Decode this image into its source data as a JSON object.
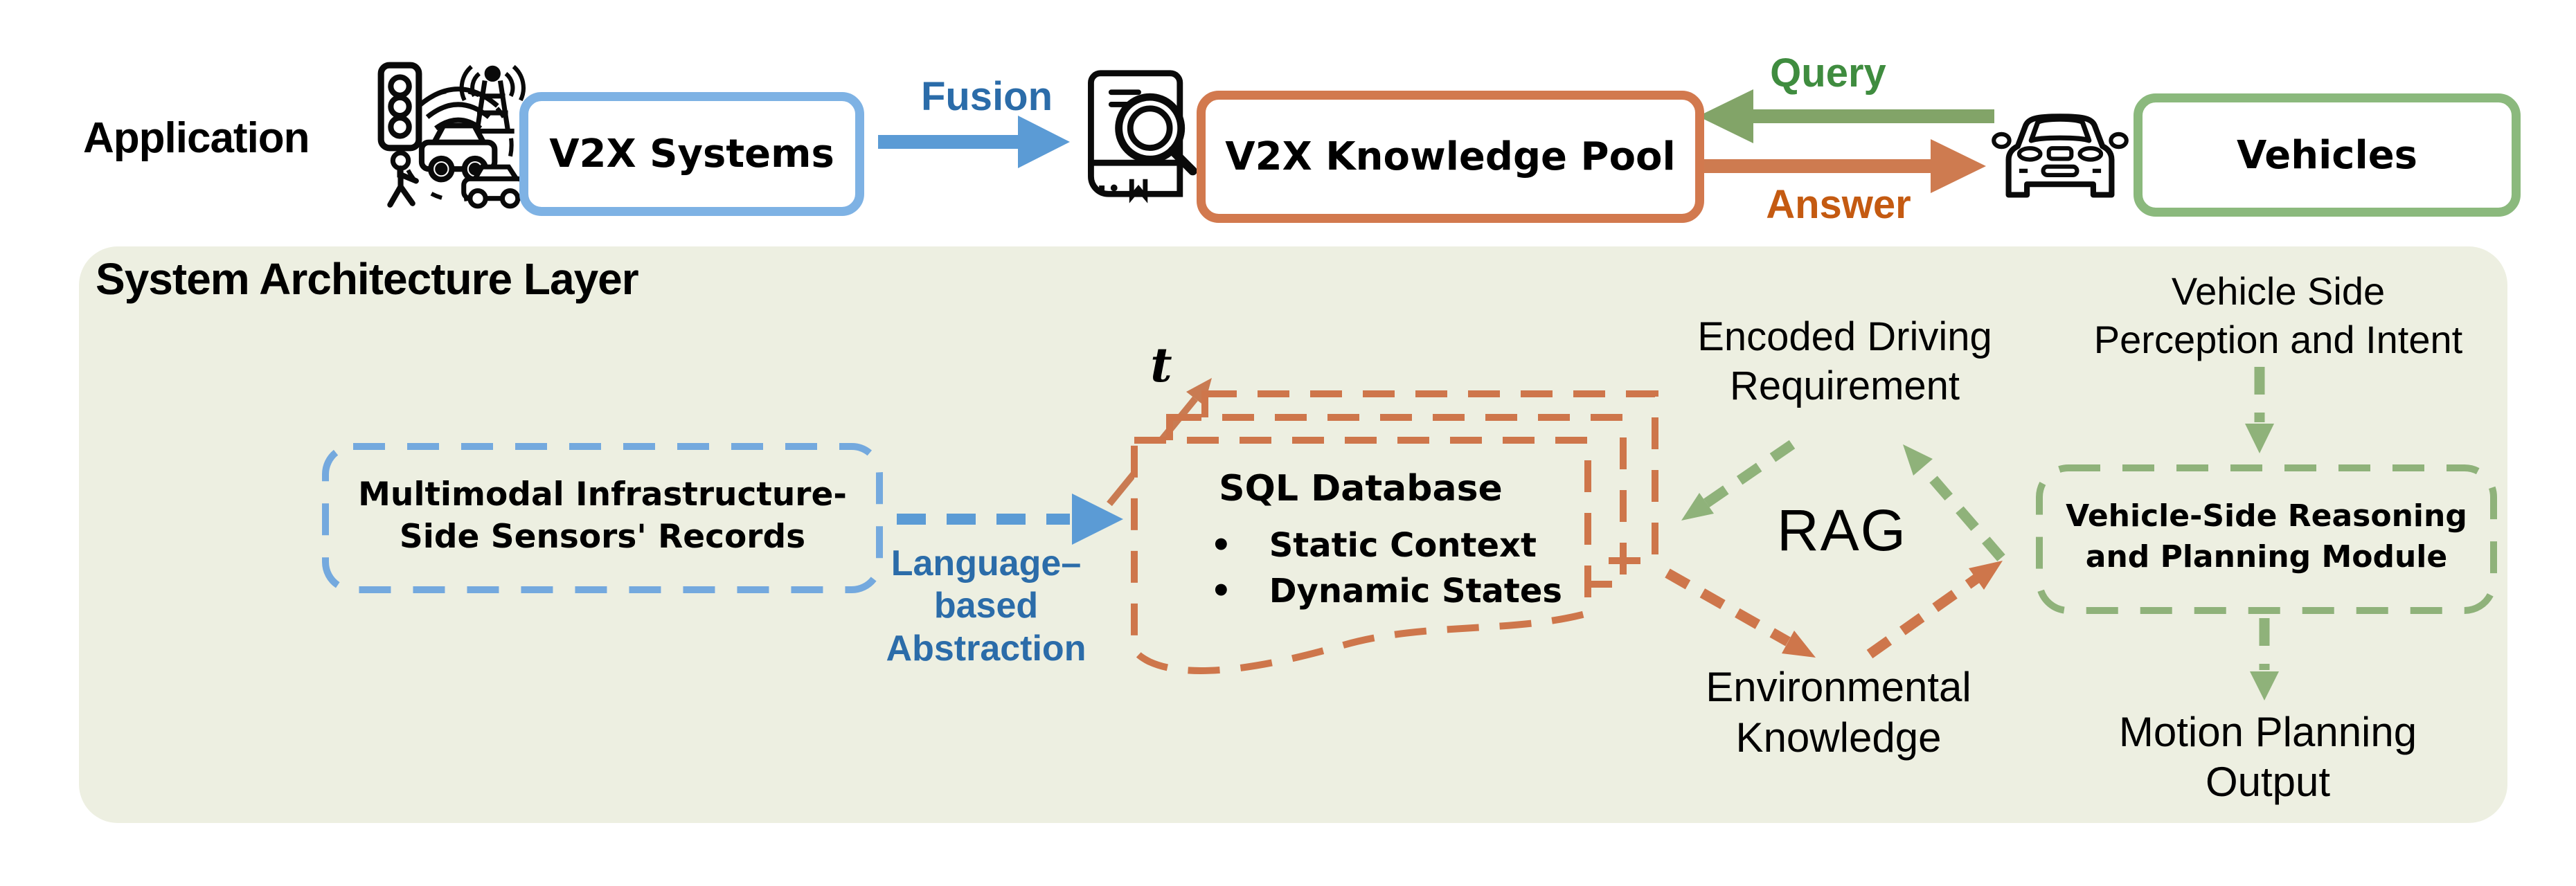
{
  "top": {
    "application_label": "Application",
    "v2x_systems_label": "V2X Systems",
    "fusion_label": "Fusion",
    "knowledge_pool_label": "V2X Knowledge Pool",
    "query_label": "Query",
    "answer_label": "Answer",
    "vehicles_label": "Vehicles",
    "icons": {
      "infrastructure": "v2x-infrastructure-icon",
      "knowledge_book": "book-magnifier-icon",
      "vehicle": "car-front-icon"
    }
  },
  "architecture": {
    "title": "System Architecture Layer",
    "multimodal_box": {
      "line1": "Multimodal Infrastructure-",
      "line2": "Side Sensors' Records"
    },
    "language_abstraction": {
      "line1": "Language–",
      "line2": "based",
      "line3": "Abstraction"
    },
    "time_axis_label": "t",
    "sql_box": {
      "title": "SQL Database",
      "bullet": "•",
      "items": [
        "Static Context",
        "Dynamic States"
      ]
    },
    "encoded_requirement": {
      "line1": "Encoded Driving",
      "line2": "Requirement"
    },
    "rag_label": "RAG",
    "environmental_knowledge": {
      "line1": "Environmental",
      "line2": "Knowledge"
    },
    "vehicle_perception": {
      "line1": "Vehicle Side",
      "line2": "Perception and Intent"
    },
    "reasoning_box": {
      "line1": "Vehicle-Side Reasoning",
      "line2": "and Planning Module"
    },
    "motion_output": {
      "line1": "Motion Planning",
      "line2": "Output"
    }
  },
  "colors": {
    "blue_border": "#7EB2E4",
    "blue_arrow": "#5B9BD5",
    "blue_text": "#2B6CA9",
    "orange_border": "#D2794E",
    "orange_dash": "#CE764B",
    "orange_text": "#C45A11",
    "green_arrow": "#82A468",
    "green_border": "#8BB97D",
    "green_dash": "#8FB27A",
    "green_text": "#3F8C3F",
    "panel_bg": "#EDEFE1",
    "text": "#000000"
  }
}
